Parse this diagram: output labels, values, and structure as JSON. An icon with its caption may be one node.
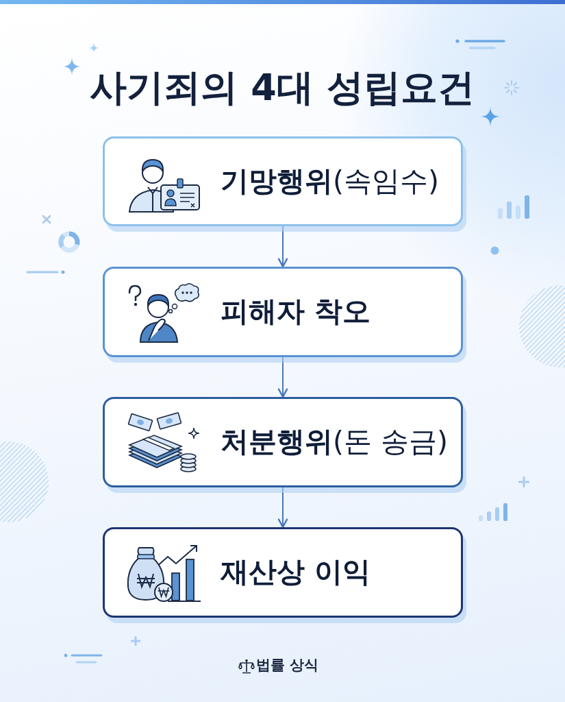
{
  "diagram": {
    "title": "사기죄의 4대 성립요건",
    "nodes": [
      {
        "text": [
          "**기망행위**(속임수)"
        ]
      },
      {
        "text": [
          "피해자 착오"
        ]
      },
      {
        "text": [
          "**처분행위**(돈 송금)"
        ]
      },
      {
        "text": [
          "재산상 이익"
        ]
      }
    ],
    "edges": [
      {
        "from": 0,
        "to": 1,
        "arrow": "to"
      },
      {
        "from": 1,
        "to": 2,
        "arrow": "to"
      },
      {
        "from": 2,
        "to": 3,
        "arrow": "to"
      }
    ],
    "labels": [
      "법률 상식"
    ]
  }
}
